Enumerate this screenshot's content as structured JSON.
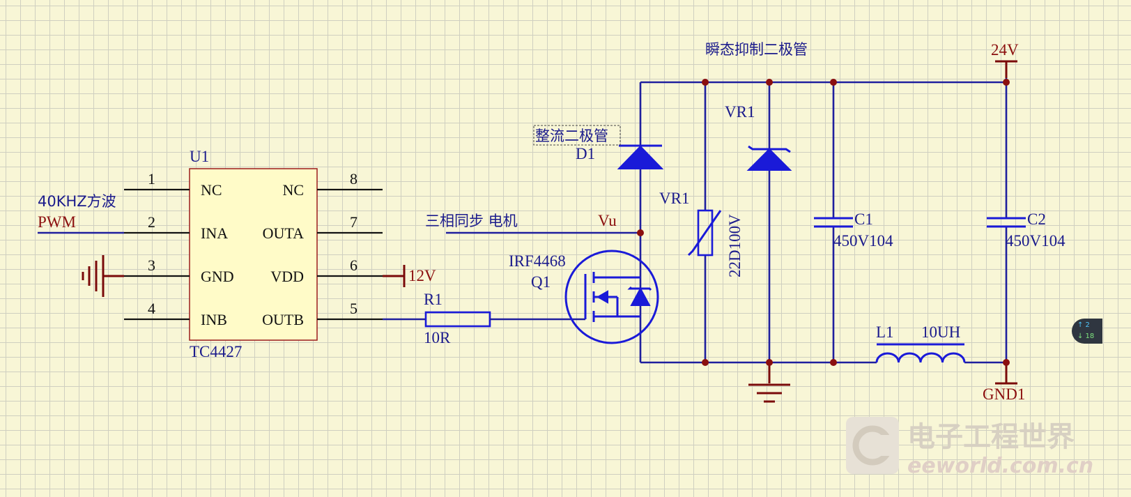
{
  "labels": {
    "u1_ref": "U1",
    "u1_part": "TC4427",
    "signal_freq": "40KHZ方波",
    "pwm": "PWM",
    "v12": "12V",
    "r1_ref": "R1",
    "r1_val": "10R",
    "motor": "三相同步 电机",
    "vu": "Vu",
    "rect_diode": "整流二极管",
    "d1": "D1",
    "q1_part": "IRF4468",
    "q1_ref": "Q1",
    "tvs_title": "瞬态抑制二极管",
    "vr1_a": "VR1",
    "vr1_b": "VR1",
    "varistor_val": "22D100V",
    "c1_ref": "C1",
    "c1_val": "450V104",
    "c2_ref": "C2",
    "c2_val": "450V104",
    "v24": "24V",
    "l1_ref": "L1",
    "l1_val": "10UH",
    "gnd1": "GND1"
  },
  "ic_pins": [
    {
      "num": "1",
      "name": "NC"
    },
    {
      "num": "2",
      "name": "INA"
    },
    {
      "num": "3",
      "name": "GND"
    },
    {
      "num": "4",
      "name": "INB"
    },
    {
      "num": "8",
      "name": "NC"
    },
    {
      "num": "7",
      "name": "OUTA"
    },
    {
      "num": "6",
      "name": "VDD"
    },
    {
      "num": "5",
      "name": "OUTB"
    }
  ],
  "watermark": {
    "cn": "电子工程世界",
    "en": "eeworld.com.cn"
  },
  "badge": {
    "up": "↑ 2",
    "down": "↓ 18"
  },
  "colors": {
    "background": "#f8f6d6",
    "wire": "#1f1f9e",
    "component": "#1a1ad8",
    "junction": "#8b0f0f",
    "ic_body": "#fffbc8"
  }
}
